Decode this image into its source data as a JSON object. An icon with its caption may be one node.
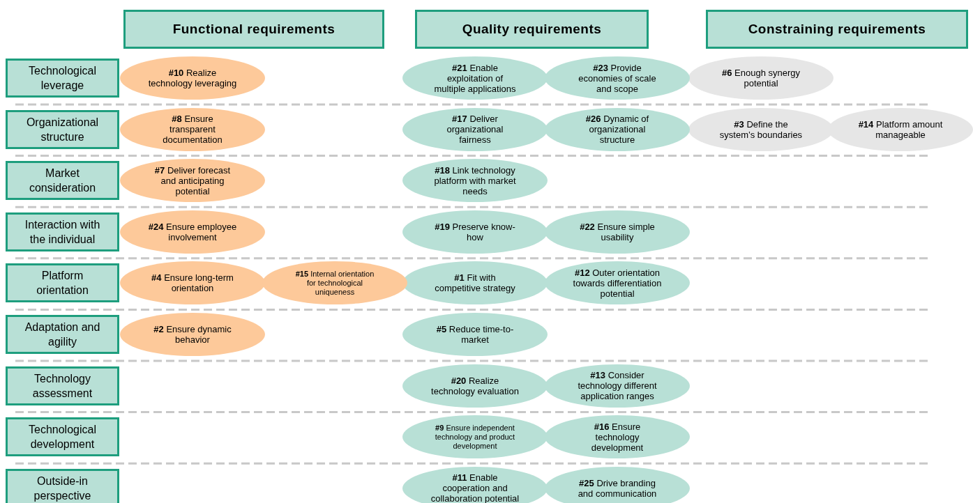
{
  "diagram": {
    "nodes": [
      {
        "text": [
          "Functional requirements"
        ]
      },
      {
        "text": [
          "Quality requirements"
        ]
      },
      {
        "text": [
          "Constraining requirements"
        ]
      },
      {
        "text": [
          "Technological leverage"
        ]
      },
      {
        "text": [
          "**#10** Realize technology leveraging"
        ]
      },
      {
        "text": [
          "**#21** Enable exploitation of multiple applications"
        ]
      },
      {
        "text": [
          "**#23** Provide economies of scale and scope"
        ]
      },
      {
        "text": [
          "**#6** Enough synergy potential"
        ]
      },
      {
        "text": [
          "Organizational structure"
        ]
      },
      {
        "text": [
          "**#8** Ensure transparent documentation"
        ]
      },
      {
        "text": [
          "**#17** Deliver organizational fairness"
        ]
      },
      {
        "text": [
          "**#26** Dynamic of organizational structure"
        ]
      },
      {
        "text": [
          "**#3** Define the system’s boundaries"
        ]
      },
      {
        "text": [
          "**#14** Platform amount manageable"
        ]
      },
      {
        "text": [
          "Market consideration"
        ]
      },
      {
        "text": [
          "**#7** Deliver forecast and anticipating potential"
        ]
      },
      {
        "text": [
          "**#18** Link technology platform with market needs"
        ]
      },
      {
        "text": [
          "Interaction with the individual"
        ]
      },
      {
        "text": [
          "**#24** Ensure employee involvement"
        ]
      },
      {
        "text": [
          "**#19** Preserve know-how"
        ]
      },
      {
        "text": [
          "**#22** Ensure simple usability"
        ]
      },
      {
        "text": [
          "Platform orientation"
        ]
      },
      {
        "text": [
          "**#4** Ensure long-term orientation"
        ]
      },
      {
        "text": [
          "**#15** Internal orientation for technological uniqueness"
        ]
      },
      {
        "text": [
          "**#1** Fit with competitive strategy"
        ]
      },
      {
        "text": [
          "**#12** Outer orientation towards differentiation potential"
        ]
      },
      {
        "text": [
          "Adaptation and agility"
        ]
      },
      {
        "text": [
          "**#2** Ensure dynamic behavior"
        ]
      },
      {
        "text": [
          "**#5** Reduce time-to-market"
        ]
      },
      {
        "text": [
          "Technology assessment"
        ]
      },
      {
        "text": [
          "**#20** Realize technology evaluation"
        ]
      },
      {
        "text": [
          "**#13** Consider technology different application ranges"
        ]
      },
      {
        "text": [
          "Technological development"
        ]
      },
      {
        "text": [
          "**#9** Ensure independent technology and product development"
        ]
      },
      {
        "text": [
          "**#16** Ensure technology development"
        ]
      },
      {
        "text": [
          "Outside-in perspective"
        ]
      },
      {
        "text": [
          "**#11** Enable cooperation and collaboration potential"
        ]
      },
      {
        "text": [
          "**#25** Drive branding and communication"
        ]
      }
    ]
  }
}
